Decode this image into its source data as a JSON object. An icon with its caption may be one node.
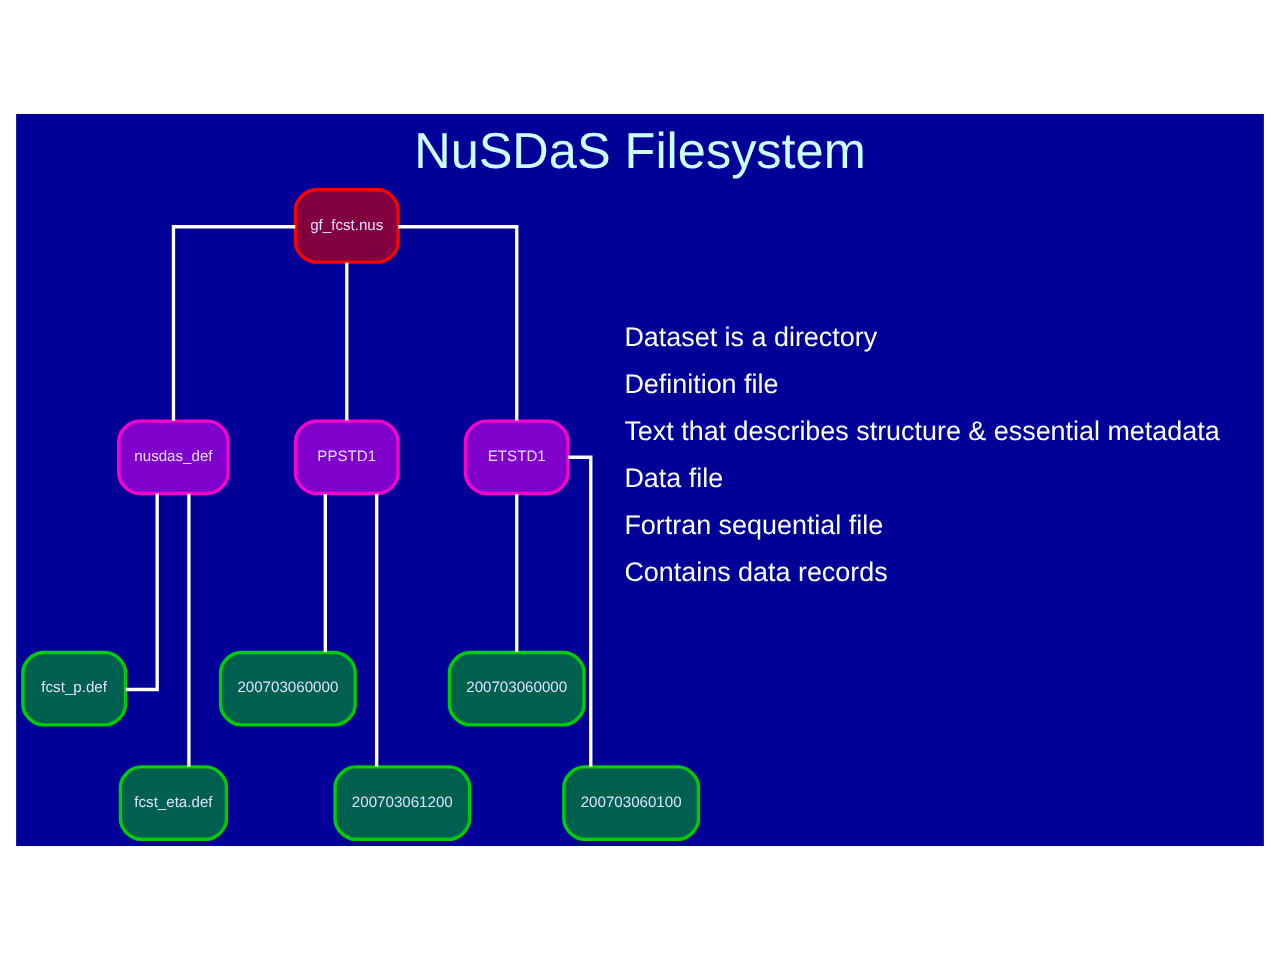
{
  "diagram": {
    "title": "NuSDaS Filesystem",
    "nodes": [
      {
        "text": [
          "gf_fcst.nus"
        ]
      },
      {
        "text": [
          "nusdas_def"
        ]
      },
      {
        "text": [
          "PPSTD1"
        ]
      },
      {
        "text": [
          "ETSTD1"
        ]
      },
      {
        "text": [
          "fcst_p.def"
        ]
      },
      {
        "text": [
          "fcst_eta.def"
        ]
      },
      {
        "text": [
          "200703060000"
        ]
      },
      {
        "text": [
          "200703061200"
        ]
      },
      {
        "text": [
          "200703060000"
        ]
      },
      {
        "text": [
          "200703060100"
        ]
      }
    ],
    "edges": [
      {
        "from": 0,
        "to": 1,
        "arrow": "none"
      },
      {
        "from": 0,
        "to": 2,
        "arrow": "none"
      },
      {
        "from": 0,
        "to": 3,
        "arrow": "none"
      },
      {
        "from": 1,
        "to": 4,
        "arrow": "none"
      },
      {
        "from": 1,
        "to": 5,
        "arrow": "none"
      },
      {
        "from": 2,
        "to": 6,
        "arrow": "none"
      },
      {
        "from": 2,
        "to": 7,
        "arrow": "none"
      },
      {
        "from": 3,
        "to": 8,
        "arrow": "none"
      },
      {
        "from": 3,
        "to": 9,
        "arrow": "none"
      }
    ],
    "labels": [
      "Dataset is a directory",
      "Definition file",
      "Text that describes structure & essential metadata",
      "Data file",
      "Fortran sequential file",
      "Contains data records"
    ]
  }
}
